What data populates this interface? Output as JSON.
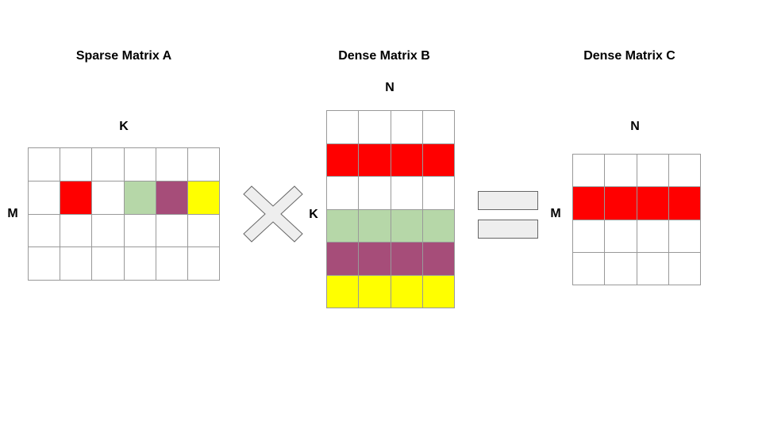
{
  "titles": {
    "a": "Sparse Matrix A",
    "b": "Dense Matrix B",
    "c": "Dense Matrix C"
  },
  "dims": {
    "a_cols": "K",
    "a_rows": "M",
    "b_cols": "N",
    "b_rows": "K",
    "c_cols": "N",
    "c_rows": "M"
  },
  "colors": {
    "red": "#ff0000",
    "green": "#b6d7a8",
    "purple": "#a64d79",
    "yellow": "#ffff00",
    "white": "#ffffff",
    "grid": "#999999",
    "operator_fill": "#eeeeee",
    "operator_stroke": "#666666"
  },
  "matrices": {
    "a": {
      "rows": 4,
      "cols": 6,
      "cells": [
        [
          "white",
          "white",
          "white",
          "white",
          "white",
          "white"
        ],
        [
          "white",
          "red",
          "white",
          "green",
          "purple",
          "yellow"
        ],
        [
          "white",
          "white",
          "white",
          "white",
          "white",
          "white"
        ],
        [
          "white",
          "white",
          "white",
          "white",
          "white",
          "white"
        ]
      ]
    },
    "b": {
      "rows": 6,
      "cols": 4,
      "cells": [
        [
          "white",
          "white",
          "white",
          "white"
        ],
        [
          "red",
          "red",
          "red",
          "red"
        ],
        [
          "white",
          "white",
          "white",
          "white"
        ],
        [
          "green",
          "green",
          "green",
          "green"
        ],
        [
          "purple",
          "purple",
          "purple",
          "purple"
        ],
        [
          "yellow",
          "yellow",
          "yellow",
          "yellow"
        ]
      ]
    },
    "c": {
      "rows": 4,
      "cols": 4,
      "cells": [
        [
          "white",
          "white",
          "white",
          "white"
        ],
        [
          "red",
          "red",
          "red",
          "red"
        ],
        [
          "white",
          "white",
          "white",
          "white"
        ],
        [
          "white",
          "white",
          "white",
          "white"
        ]
      ]
    }
  },
  "operators": {
    "multiply": "multiply-icon",
    "equals": "equals-icon"
  }
}
